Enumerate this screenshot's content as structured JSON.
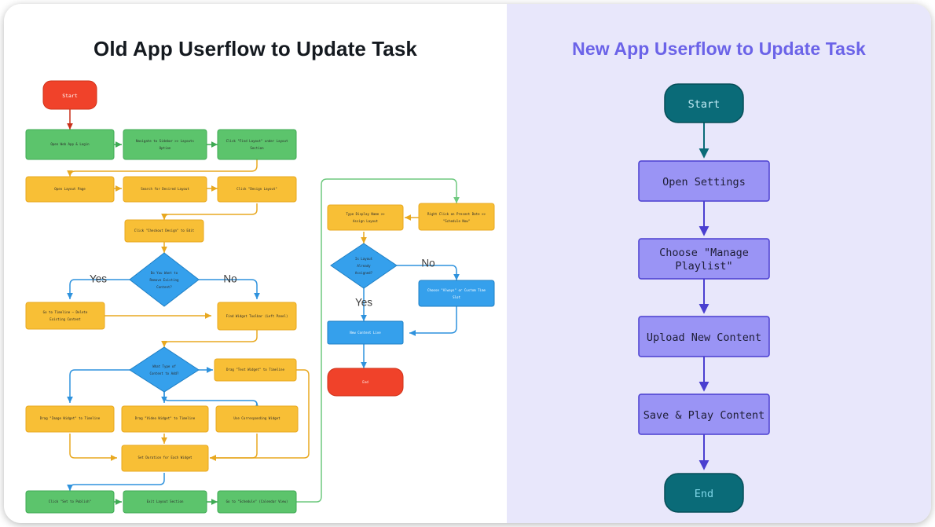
{
  "card": {
    "background": "#ffffff",
    "corner_radius": 22
  },
  "panels": {
    "old": {
      "title": "Old App Userflow to Update Task",
      "title_color": "#14191f",
      "background": "#ffffff",
      "colors": {
        "terminator": "#f0422a",
        "green": "#5cc46c",
        "yellow": "#f8bf36",
        "blue": "#35a0ec",
        "green_edge": "#3faa54",
        "yellow_edge": "#e8a820",
        "blue_edge": "#1f7fc4"
      },
      "nodes": [
        {
          "id": "o1",
          "label": "Start",
          "shape": "terminator",
          "color": "#f0422a"
        },
        {
          "id": "o2",
          "label": "Open Web App & Login",
          "shape": "box",
          "color": "#5cc46c"
        },
        {
          "id": "o3",
          "label": "Navigate to Sidebar >> Layouts\nOption",
          "shape": "box",
          "color": "#5cc46c"
        },
        {
          "id": "o4",
          "label": "Click \"Find Layout\" under Layout\nSection",
          "shape": "box",
          "color": "#5cc46c"
        },
        {
          "id": "o5",
          "label": "Open Layout Page",
          "shape": "box",
          "color": "#f8bf36"
        },
        {
          "id": "o6",
          "label": "Search for Desired Layout",
          "shape": "box",
          "color": "#f8bf36"
        },
        {
          "id": "o7",
          "label": "Click \"Design Layout\"",
          "shape": "box",
          "color": "#f8bf36"
        },
        {
          "id": "o8",
          "label": "Click \"Checkout Design\" to Edit",
          "shape": "box",
          "color": "#f8bf36"
        },
        {
          "id": "o9",
          "label": "Do You Want to\nRemove Existing\nContent?",
          "shape": "diamond",
          "color": "#35a0ec"
        },
        {
          "id": "o10",
          "label": "Go to Timeline — Delete\nExisting Content",
          "shape": "box",
          "color": "#f8bf36"
        },
        {
          "id": "o11",
          "label": "Find Widget Toolbar (Left Panel)",
          "shape": "box",
          "color": "#f8bf36"
        },
        {
          "id": "o12",
          "label": "What Type of\nContent to Add?",
          "shape": "diamond",
          "color": "#35a0ec"
        },
        {
          "id": "o13",
          "label": "Drag \"Text Widget\" to Timeline",
          "shape": "box",
          "color": "#f8bf36"
        },
        {
          "id": "o14",
          "label": "Drag \"Image Widget\" to Timeline",
          "shape": "box",
          "color": "#f8bf36"
        },
        {
          "id": "o15",
          "label": "Drag \"Video Widget\" to Timeline",
          "shape": "box",
          "color": "#f8bf36"
        },
        {
          "id": "o16",
          "label": "Use Corresponding Widget",
          "shape": "box",
          "color": "#f8bf36"
        },
        {
          "id": "o17",
          "label": "Set Duration for Each Widget",
          "shape": "box",
          "color": "#f8bf36"
        },
        {
          "id": "o18",
          "label": "Click \"Set to Publish\"",
          "shape": "box",
          "color": "#5cc46c"
        },
        {
          "id": "o19",
          "label": "Exit Layout Section",
          "shape": "box",
          "color": "#5cc46c"
        },
        {
          "id": "o20",
          "label": "Go to \"Schedule\" (Calendar View)",
          "shape": "box",
          "color": "#5cc46c"
        },
        {
          "id": "o21",
          "label": "Right Click on Present Date >>\n\"Schedule Now\"",
          "shape": "box",
          "color": "#f8bf36"
        },
        {
          "id": "o22",
          "label": "Type Display Name >>\nAssign Layout",
          "shape": "box",
          "color": "#f8bf36"
        },
        {
          "id": "o23",
          "label": "Is Layout\nAlready\nAssigned?",
          "shape": "diamond",
          "color": "#35a0ec"
        },
        {
          "id": "o24",
          "label": "Choose \"Always\" or Custom Time\nSlot",
          "shape": "box",
          "color": "#35a0ec"
        },
        {
          "id": "o25",
          "label": "New Content Live",
          "shape": "box",
          "color": "#35a0ec"
        },
        {
          "id": "o26",
          "label": "End",
          "shape": "terminator",
          "color": "#f0422a"
        }
      ],
      "edge_labels": [
        {
          "id": "yes1",
          "text": "Yes"
        },
        {
          "id": "no1",
          "text": "No"
        },
        {
          "id": "no2",
          "text": "No"
        },
        {
          "id": "yes2",
          "text": "Yes"
        }
      ]
    },
    "new": {
      "title": "New App Userflow to Update Task",
      "title_color": "#6b63e8",
      "background": "#e8e7fb",
      "colors": {
        "terminator": "#0a6b78",
        "step": "#9a94f5",
        "step_edge": "#4a3fd0",
        "arrow": "#4a3fd0",
        "arrow_teal": "#0a6b78"
      },
      "nodes": [
        {
          "id": "n1",
          "label": "Start",
          "shape": "terminator",
          "color": "#0a6b78"
        },
        {
          "id": "n2",
          "label": "Open Settings",
          "shape": "box",
          "color": "#9a94f5"
        },
        {
          "id": "n3",
          "label": "Choose \"Manage\nPlaylist\"",
          "shape": "box",
          "color": "#9a94f5"
        },
        {
          "id": "n4",
          "label": "Upload New Content",
          "shape": "box",
          "color": "#9a94f5"
        },
        {
          "id": "n5",
          "label": "Save & Play Content",
          "shape": "box",
          "color": "#9a94f5"
        },
        {
          "id": "n6",
          "label": "End",
          "shape": "terminator",
          "color": "#0a6b78"
        }
      ]
    }
  }
}
